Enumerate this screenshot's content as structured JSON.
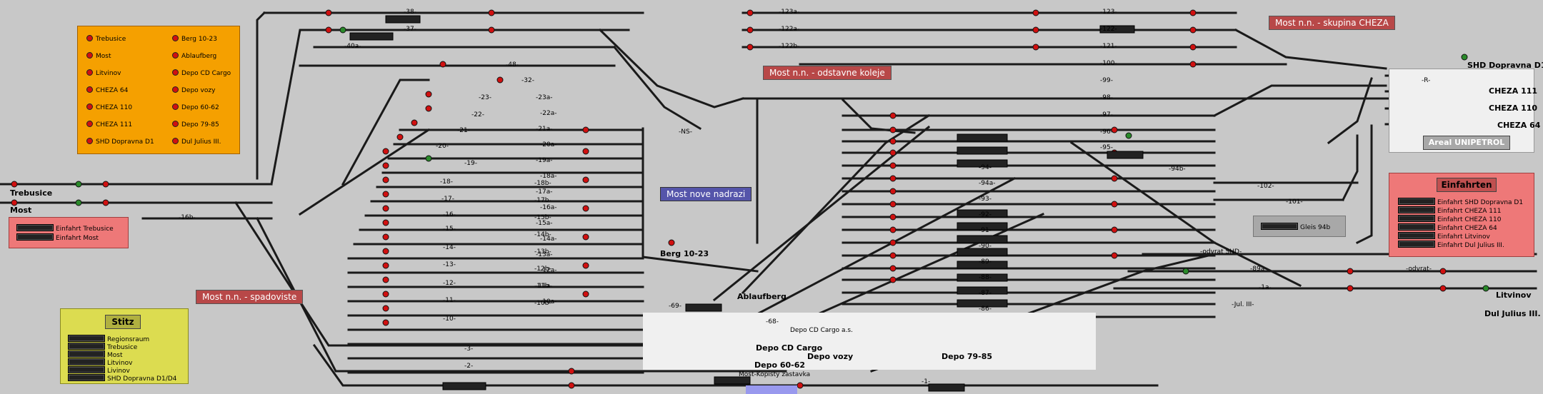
{
  "colors": {
    "background": "#c8c8c8",
    "track": "#1a1a1a",
    "signal_red": "#d01010",
    "signal_green": "#2a8a2a",
    "legend_orange": "#f5a000",
    "banner_red": "#b84848",
    "banner_blue": "#5555aa",
    "stitz_yellow": "#dcdc50",
    "einfahrt_pink": "#ee7878",
    "depot_area": "#f0f0f0",
    "unipetrol_chip": "#a8a8a8"
  },
  "legend": {
    "items_left": [
      "Trebusice",
      "Most",
      "Litvinov",
      "CHEZA 64",
      "CHEZA 110",
      "CHEZA 111",
      "SHD Dopravna D1"
    ],
    "items_right": [
      "Berg 10-23",
      "Ablaufberg",
      "Depo CD Cargo",
      "Depo vozy",
      "Depo 60-62",
      "Depo 79-85",
      "Dul Julius III."
    ]
  },
  "banners": {
    "spadoviste": "Most n.n. - spadoviste",
    "odstavne": "Most n.n. - odstavne koleje",
    "cheza": "Most n.n. - skupina CHEZA",
    "nove": "Most nove nadrazi"
  },
  "stitz": {
    "title": "Stitz",
    "rows": [
      "Regionsraum",
      "Trebusice",
      "Most",
      "Litvinov",
      "Livinov",
      "SHD Dopravna D1/D4"
    ]
  },
  "einfahrten": {
    "title": "Einfahrten",
    "rows": [
      "Einfahrt SHD Dopravna D1",
      "Einfahrt CHEZA 111",
      "Einfahrt CHEZA 110",
      "Einfahrt CHEZA 64",
      "Einfahrt Litvinov",
      "Einfahrt Dul Julius III."
    ]
  },
  "einfahrt_left": {
    "rows": [
      "Einfahrt Trebusice",
      "Einfahrt Most"
    ]
  },
  "gleis94b": "Gleis 94b",
  "unipetrol": "Areal UNIPETROL",
  "places": {
    "trebusice": "Trebusice",
    "most": "Most",
    "berg": "Berg 10-23",
    "ablaufberg": "Ablaufberg",
    "depo_cargo": "Depo CD Cargo",
    "depo_6062": "Depo 60-62",
    "depo_vozy": "Depo vozy",
    "depo_7985": "Depo 79-85",
    "depo_cargo_as": "Depo CD Cargo a.s.",
    "kopisty": "Most-Kopisty zastavka",
    "shd_d1": "SHD Dopravna D1",
    "cheza111": "CHEZA 111",
    "cheza110": "CHEZA 110",
    "cheza64": "CHEZA 64",
    "litvinov": "Litvinov",
    "dul": "Dul Julius III."
  },
  "track_labels": {
    "left_yard": [
      "-38-",
      "-37-",
      "-40a-",
      "-48-",
      "-32-",
      "-23-",
      "-22-",
      "-21-",
      "-20-",
      "-19-",
      "-18-",
      "-17-",
      "-16-",
      "-15-",
      "-14-",
      "-13-",
      "-12-",
      "-11-",
      "-10-",
      "-16b-"
    ],
    "left_yard_b": [
      "-23a-",
      "-22a-",
      "-21a-",
      "-20a-",
      "-19a-",
      "-18a-",
      "-17a-",
      "-16a-",
      "-15a-",
      "-14a-",
      "-13a-",
      "-12a-",
      "-11a-",
      "-10a-"
    ],
    "left_yard_c": [
      "-18b-",
      "-17b-",
      "-15b-",
      "-14b-",
      "-13b-",
      "-12b-",
      "-11b-",
      "-10b-"
    ],
    "top_middle": [
      "-123a-",
      "-122a-",
      "-122b-",
      "-123-",
      "-122-",
      "-121-",
      "-100-",
      "-99-",
      "-98-",
      "-97-",
      "-96-",
      "-95-"
    ],
    "center_yard": [
      "-94-",
      "-94a-",
      "-93-",
      "-92-",
      "-91-",
      "-90-",
      "-89-",
      "-88-",
      "-87-",
      "-86-"
    ],
    "misc": [
      "-NS-",
      "-69-",
      "-68-",
      "-3-",
      "-2-",
      "-1-",
      "-1a-",
      "-89a-",
      "-102-",
      "-101-",
      "-94b-",
      "-odvrat-",
      "-odvrat SHD-",
      "-Jul. III-",
      "-R-"
    ]
  }
}
